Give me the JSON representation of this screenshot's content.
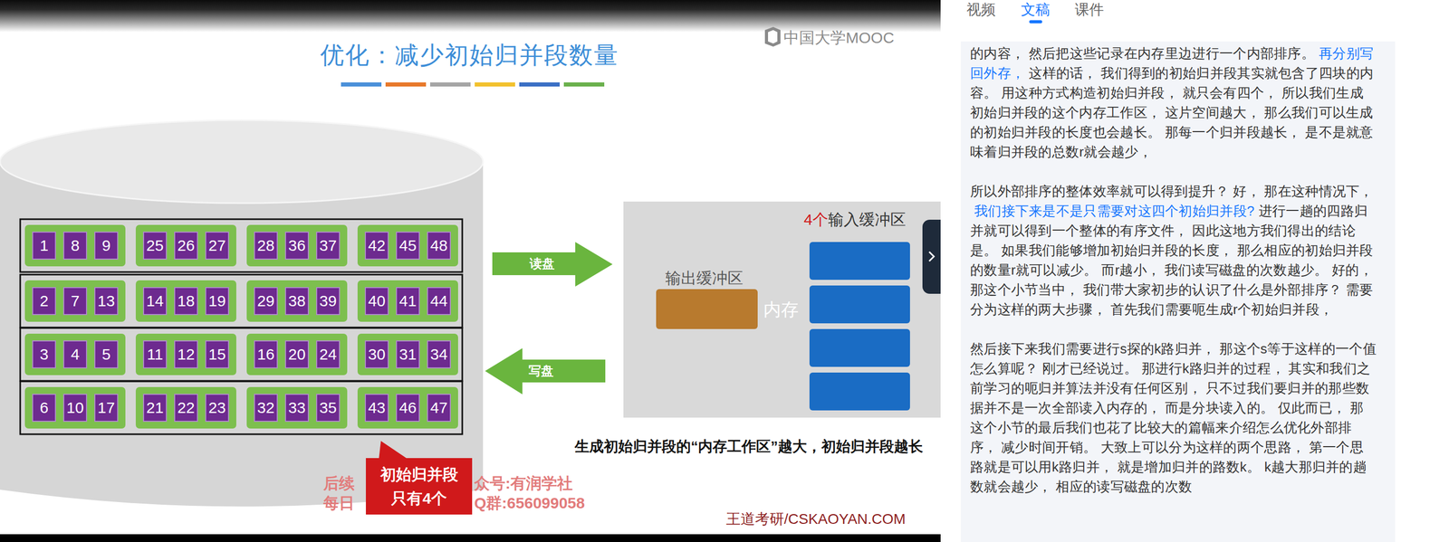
{
  "diagram": {
    "title": "优化：减少初始归并段数量",
    "nodes": [
      {
        "text": [
          "1"
        ]
      },
      {
        "text": [
          "8"
        ]
      },
      {
        "text": [
          "9"
        ]
      },
      {
        "text": [
          "25"
        ]
      },
      {
        "text": [
          "26"
        ]
      },
      {
        "text": [
          "27"
        ]
      },
      {
        "text": [
          "28"
        ]
      },
      {
        "text": [
          "36"
        ]
      },
      {
        "text": [
          "37"
        ]
      },
      {
        "text": [
          "42"
        ]
      },
      {
        "text": [
          "45"
        ]
      },
      {
        "text": [
          "48"
        ]
      },
      {
        "text": [
          "2"
        ]
      },
      {
        "text": [
          "7"
        ]
      },
      {
        "text": [
          "13"
        ]
      },
      {
        "text": [
          "14"
        ]
      },
      {
        "text": [
          "18"
        ]
      },
      {
        "text": [
          "19"
        ]
      },
      {
        "text": [
          "29"
        ]
      },
      {
        "text": [
          "38"
        ]
      },
      {
        "text": [
          "39"
        ]
      },
      {
        "text": [
          "40"
        ]
      },
      {
        "text": [
          "41"
        ]
      },
      {
        "text": [
          "44"
        ]
      },
      {
        "text": [
          "3"
        ]
      },
      {
        "text": [
          "4"
        ]
      },
      {
        "text": [
          "5"
        ]
      },
      {
        "text": [
          "11"
        ]
      },
      {
        "text": [
          "12"
        ]
      },
      {
        "text": [
          "15"
        ]
      },
      {
        "text": [
          "16"
        ]
      },
      {
        "text": [
          "20"
        ]
      },
      {
        "text": [
          "24"
        ]
      },
      {
        "text": [
          "30"
        ]
      },
      {
        "text": [
          "31"
        ]
      },
      {
        "text": [
          "34"
        ]
      },
      {
        "text": [
          "6"
        ]
      },
      {
        "text": [
          "10"
        ]
      },
      {
        "text": [
          "17"
        ]
      },
      {
        "text": [
          "21"
        ]
      },
      {
        "text": [
          "22"
        ]
      },
      {
        "text": [
          "23"
        ]
      },
      {
        "text": [
          "32"
        ]
      },
      {
        "text": [
          "33"
        ]
      },
      {
        "text": [
          "35"
        ]
      },
      {
        "text": [
          "43"
        ]
      },
      {
        "text": [
          "46"
        ]
      },
      {
        "text": [
          "47"
        ]
      },
      {
        "text": [
          "读盘"
        ]
      },
      {
        "text": [
          "4个",
          "输入缓冲区",
          "输出缓冲区",
          "内存"
        ]
      },
      {
        "text": [
          "写盘"
        ]
      },
      {
        "text": [
          "初始归并段 只有4个"
        ]
      }
    ],
    "labels": [
      "视频",
      "文稿",
      "课件",
      "中国大学MOOC",
      "生成初始归并段的“内存工作区”越大，初始归并段越长",
      "后续",
      "众号:有润学社",
      "每日",
      "Q群:656099058",
      "王道考研/CSKAOYAN.COM",
      "的内容， 然后把这些记录在内存里边进行一个内部排序。",
      "再分别写回外存，",
      "这样的话， 我们得到的初始归并段其实就包含了四块的内容。 用这种方式构造初始归并段， 就只会有四个， 所以我们生成初始归并段的这个内存工作区， 这片空间越大， 那么我们可以生成的初始归并段的长度也会越长。 那每一个归并段越长， 是不是就意味着归并段的总数r就会越少，",
      "所以外部排序的整体效率就可以得到提升？ 好， 那在这种情况下，",
      "我们接下来是不是只需要对这四个初始归并段?",
      "进行一趟的四路归并就可以得到一个整体的有序文件， 因此这地方我们得出的结论是。 如果我们能够增加初始归并段的长度， 那么相应的初始归并段的数量r就可以减少。 而r越小， 我们读写磁盘的次数越少。 好的， 那这个小节当中， 我们带大家初步的认识了什么是外部排序？ 需要分为这样的两大步骤， 首先我们需要呃生成r个初始归并段，",
      "然后接下来我们需要进行s探的k路归并， 那这个s等于这样的一个值怎么算呢？ 刚才已经说过。 那进行k路归并的过程， 其实和我们之前学习的呃归并算法并没有任何区别， 只不过我们要归并的那些数据并不是一次全部读入内存的， 而是分块读入的。 仅此而已， 那这个小节的最后我们也花了比较大的篇幅来介绍怎么优化外部排序， 减少时间开销。 大致上可以分为这样的两个思路， 第一个思路就是可以用k路归并， 就是增加归并的路数k。 k越大那归并的趟数就会越少， 相应的读写磁盘的次数"
    ]
  }
}
